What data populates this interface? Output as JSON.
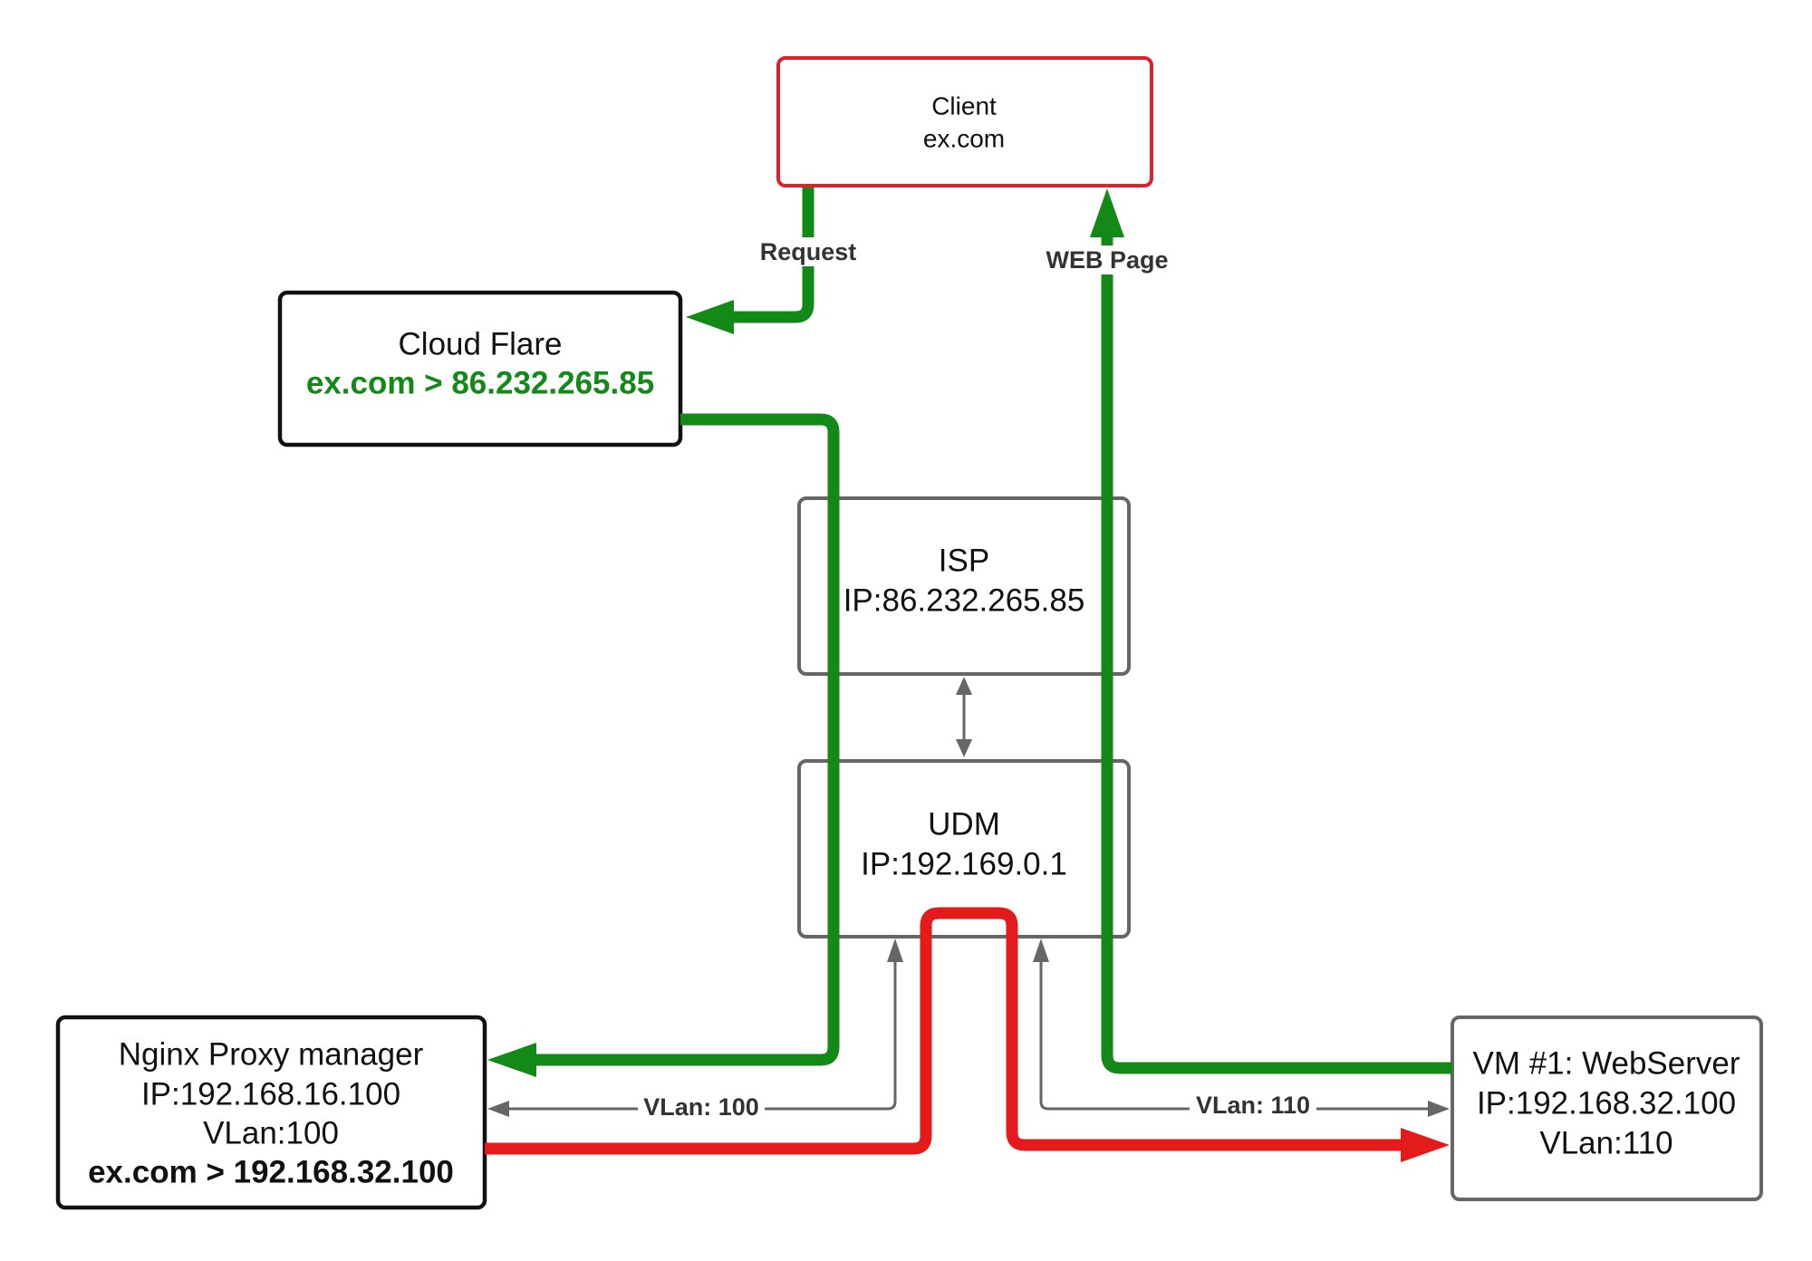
{
  "diagram": {
    "client": {
      "title": "Client",
      "domain": "ex.com"
    },
    "cloudflare": {
      "title": "Cloud Flare",
      "dns_record": "ex.com > 86.232.265.85"
    },
    "isp": {
      "title": "ISP",
      "ip": "IP:86.232.265.85"
    },
    "udm": {
      "title": "UDM",
      "ip": "IP:192.169.0.1"
    },
    "nginx": {
      "title": "Nginx Proxy manager",
      "ip": "IP:192.168.16.100",
      "vlan": "VLan:100",
      "proxy_rule": "ex.com > 192.168.32.100"
    },
    "webserver": {
      "title": "VM #1: WebServer",
      "ip": "IP:192.168.32.100",
      "vlan": "VLan:110"
    }
  },
  "edges": {
    "request": "Request",
    "web_page": "WEB Page",
    "vlan_100": "VLan: 100",
    "vlan_110": "VLan: 110"
  },
  "colors": {
    "green": "#138a17",
    "red": "#e41b1b",
    "gray": "#666666",
    "black": "#111111",
    "client_border": "#e0202a",
    "label_text": "#333333",
    "text": "#111111"
  }
}
